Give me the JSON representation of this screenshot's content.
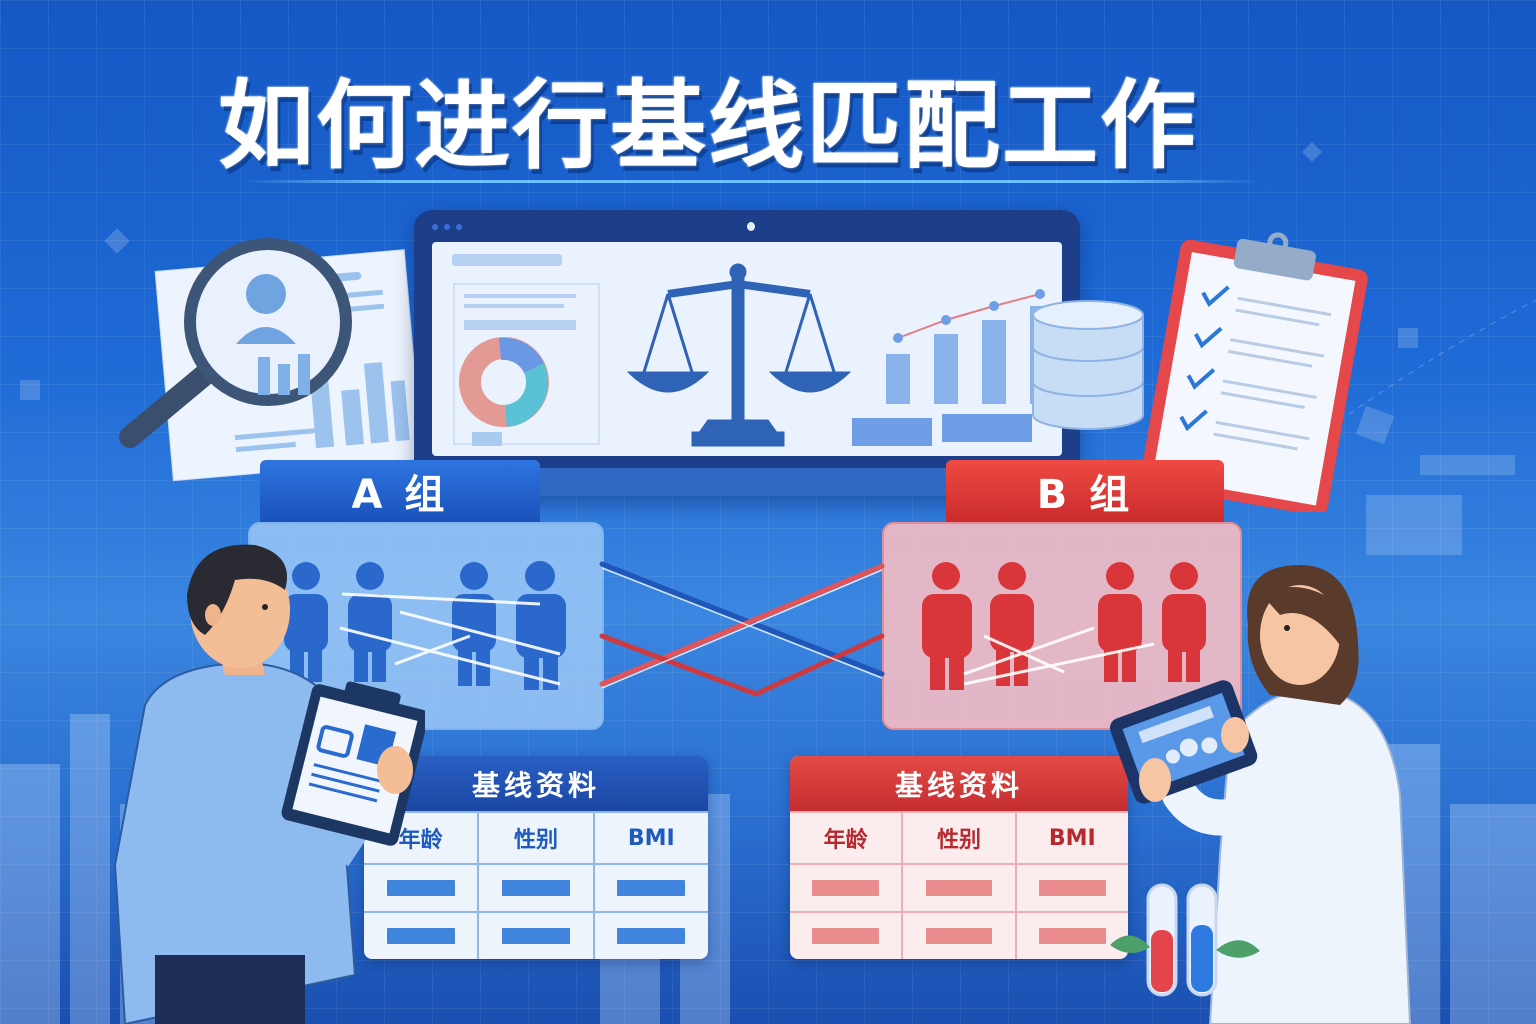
{
  "title": "如何进行基线匹配工作",
  "colors": {
    "background": "#1e6ad6",
    "group_a": "#1a52bb",
    "group_b": "#c92b2b",
    "group_a_panel": "#aad2fa",
    "group_b_panel": "#fabec3",
    "title_text": "#ffffff"
  },
  "monitor": {
    "icons": [
      "donut-chart-icon",
      "balance-scale-icon",
      "bar-line-chart-icon"
    ]
  },
  "decorations": {
    "left": "magnifier-over-profile-document",
    "right_top": "checklist-clipboard",
    "database": "database-icon",
    "test_tubes": [
      "red",
      "blue"
    ]
  },
  "group_a": {
    "label": "A 组",
    "people_count": 4
  },
  "group_b": {
    "label": "B 组",
    "people_count": 4
  },
  "table_a": {
    "title": "基线资料",
    "columns": [
      "年龄",
      "性别",
      "BMI"
    ],
    "rows": 2
  },
  "table_b": {
    "title": "基线资料",
    "columns": [
      "年龄",
      "性别",
      "BMI"
    ],
    "rows": 2
  },
  "characters": {
    "left": "male researcher with clipboard",
    "right": "female doctor in lab coat with tablet"
  }
}
